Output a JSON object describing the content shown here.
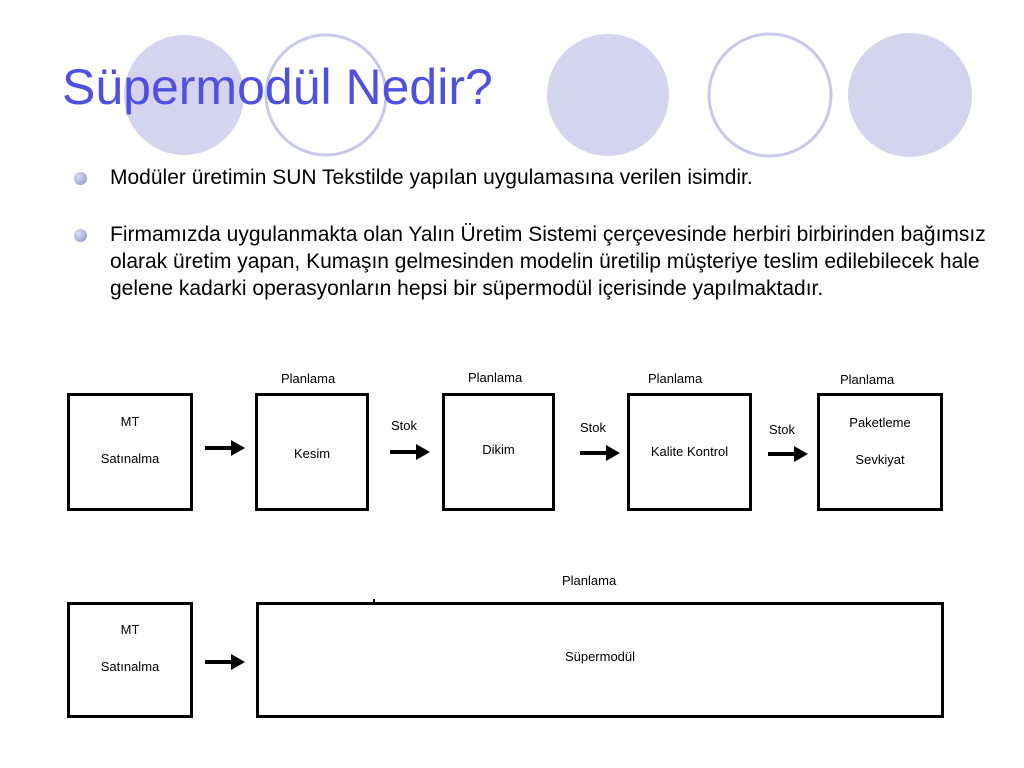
{
  "colors": {
    "title": "#5050e0",
    "circle_fill": "#d4d4ef",
    "circle_stroke": "#c8c8ea",
    "bullet": "#a4a4d8"
  },
  "slide": {
    "title": "Süpermodül Nedir?",
    "bullets": [
      "Modüler üretimin SUN Tekstilde yapılan uygulamasına verilen isimdir.",
      "Firmamızda uygulanmakta olan Yalın Üretim Sistemi çerçevesinde herbiri birbirinden bağımsız olarak üretim yapan, Kumaşın gelmesinden modelin üretilip müşteriye teslim edilebilecek hale gelene kadarki operasyonların hepsi bir süpermodül içerisinde yapılmaktadır."
    ]
  },
  "diagram1": {
    "boxes": [
      {
        "lines": [
          "MT",
          "Satınalma"
        ],
        "planning": ""
      },
      {
        "lines": [
          "Kesim"
        ],
        "planning": "Planlama"
      },
      {
        "lines": [
          "Dikim"
        ],
        "planning": "Planlama"
      },
      {
        "lines": [
          "Kalite Kontrol"
        ],
        "planning": "Planlama"
      },
      {
        "lines": [
          "Paketleme",
          "Sevkiyat"
        ],
        "planning": "Planlama"
      }
    ],
    "arrow_labels": [
      "",
      "Stok",
      "Stok",
      "Stok"
    ]
  },
  "diagram2": {
    "boxes": [
      {
        "lines": [
          "MT",
          "Satınalma"
        ]
      },
      {
        "lines": [
          "Süpermodül"
        ]
      }
    ],
    "planning": "Planlama"
  }
}
